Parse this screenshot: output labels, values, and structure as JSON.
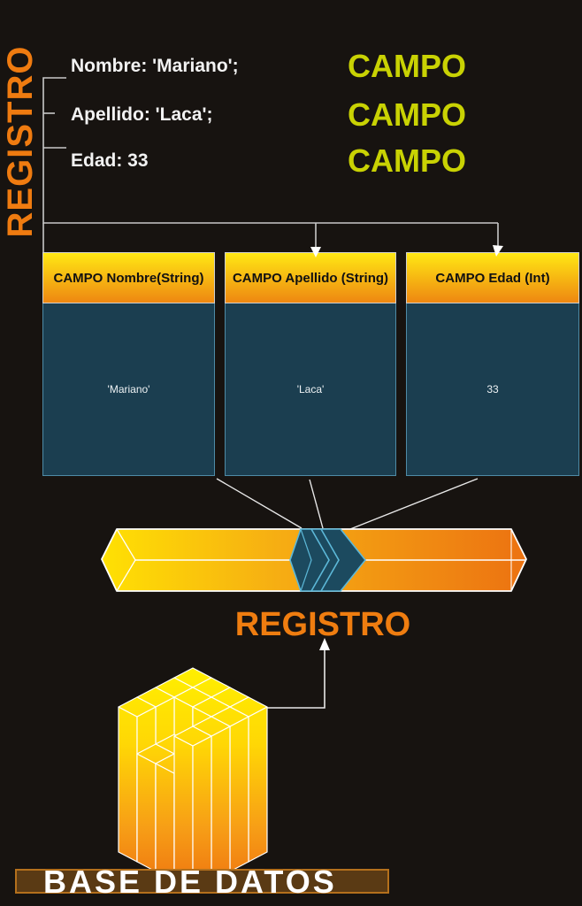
{
  "record_bracket": {
    "vertical_label": "REGISTRO",
    "fields": [
      {
        "code": "Nombre: 'Mariano';",
        "tag": "CAMPO"
      },
      {
        "code": "Apellido: 'Laca';",
        "tag": "CAMPO"
      },
      {
        "code": "Edad: 33",
        "tag": "CAMPO"
      }
    ]
  },
  "field_boxes": [
    {
      "header": "CAMPO Nombre(String)",
      "value": "'Mariano'"
    },
    {
      "header": "CAMPO Apellido (String)",
      "value": "'Laca'"
    },
    {
      "header": "CAMPO Edad (Int)",
      "value": "33"
    }
  ],
  "record_bar_label": "REGISTRO",
  "database_label": "BASE DE DATOS",
  "colors": {
    "background": "#171310",
    "accent_orange": "#ef7b10",
    "campo_green": "#c9d203",
    "header_gradient_top": "#ffe814",
    "header_gradient_bottom": "#ee8711",
    "box_body_teal": "#1b3e50",
    "box_body_border": "#4e8ba6",
    "bar_yellow": "#ffe103",
    "bar_orange": "#ec7211",
    "gem_teal": "#1c4a5f",
    "gem_border": "#5cb8d8",
    "db_bar_brown": "#5a3a14",
    "db_bar_border": "#b4701c",
    "connector_gray": "#c8c8c8",
    "text_white": "#f2f2f2"
  }
}
